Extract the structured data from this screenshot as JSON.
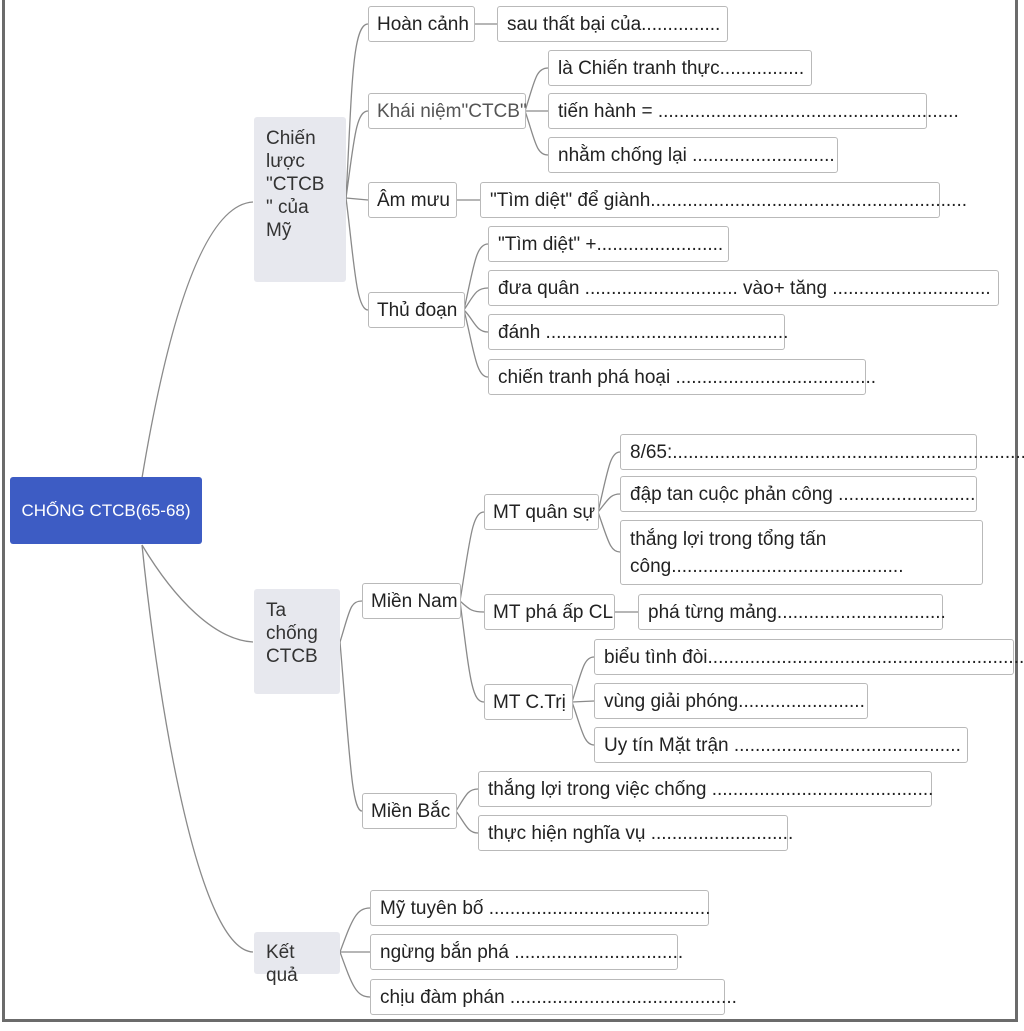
{
  "root": {
    "label": "CHỐNG CTCB(65-68)"
  },
  "branches": [
    {
      "label": "Chiến lược \"CTCB \" của Mỹ",
      "children": [
        {
          "label": "Hoàn cảnh",
          "leaves": [
            "sau thất bại của..............."
          ]
        },
        {
          "label": "Khái niệm\"CTCB\"",
          "leaves": [
            "là Chiến tranh thực................",
            "tiến hành = .........................................................",
            "nhằm chống lại ..........................."
          ]
        },
        {
          "label": "Âm mưu",
          "leaves": [
            "\"Tìm diệt\" để giành............................................................"
          ]
        },
        {
          "label": "Thủ đoạn",
          "leaves": [
            "\"Tìm diệt\" +........................",
            "đưa quân ............................. vào+ tăng ..............................",
            "đánh ..............................................",
            "chiến tranh phá hoại ......................................"
          ]
        }
      ]
    },
    {
      "label": "Ta chống CTCB",
      "children": [
        {
          "label": "Miền Nam",
          "children": [
            {
              "label": "MT quân sự",
              "leaves": [
                "8/65:.....................................................................",
                "đập tan cuộc phản công ..........................",
                "thắng lợi trong tổng tấn công............................................"
              ]
            },
            {
              "label": "MT phá ấp CL",
              "leaves": [
                "phá từng mảng................................"
              ]
            },
            {
              "label": "MT C.Trị",
              "leaves": [
                "biểu tình đòi...................................................................",
                "vùng giải phóng........................",
                "Uy tín Mặt trận ..........................................."
              ]
            }
          ]
        },
        {
          "label": "Miền Bắc",
          "leaves": [
            "thắng lợi trong việc chống ..........................................",
            "thực hiện nghĩa vụ ..........................."
          ]
        }
      ]
    },
    {
      "label": "Kết quả",
      "leaves": [
        "Mỹ tuyên bố ..........................................",
        "ngừng bắn phá ................................",
        "chịu đàm phán ..........................................."
      ]
    }
  ],
  "colors": {
    "root_fill": "#3d5cc4",
    "main_fill": "#e7e8ee",
    "border": "#b9b9b9",
    "line": "#8a8a8a"
  }
}
